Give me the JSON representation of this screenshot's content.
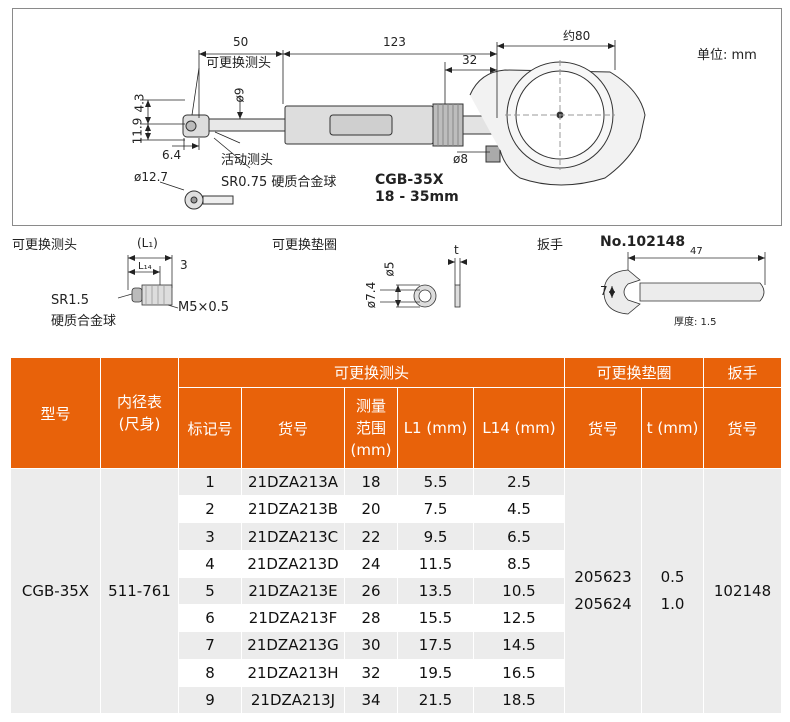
{
  "drawing": {
    "unit_label": "单位: mm",
    "dims": {
      "d50": "50",
      "d123": "123",
      "d80": "约80",
      "d32": "32",
      "d43": "4.3",
      "d119": "11.9",
      "d9": "ø9",
      "d64": "6.4",
      "d127": "ø12.7",
      "d8": "ø8"
    },
    "labels": {
      "replaceable_anvil": "可更换测头",
      "movable_anvil": "活动测头",
      "carbide_ball": "SR0.75 硬质合金球"
    },
    "model": "CGB-35X",
    "range": "18 - 35mm"
  },
  "parts": {
    "anvil_title": "可更换测头",
    "anvil_l1": "(L₁)",
    "anvil_l14": "L₁₄",
    "anvil_3": "3",
    "anvil_sr": "SR1.5",
    "anvil_carbide": "硬质合金球",
    "anvil_thread": "M5×0.5",
    "washer_title": "可更换垫圈",
    "washer_d5": "ø5",
    "washer_d74": "ø7.4",
    "washer_t": "t",
    "wrench_title": "扳手",
    "wrench_no": "No.102148",
    "wrench_47": "47",
    "wrench_7": "7",
    "wrench_thickness": "厚度: 1.5"
  },
  "table": {
    "h_model": "型号",
    "h_bore": "内径表\n(尺身)",
    "h_anvil_group": "可更换测头",
    "h_washer_group": "可更换垫圈",
    "h_wrench_group": "扳手",
    "h_mark": "标记号",
    "h_code": "货号",
    "h_range": "测量\n范围\n(mm)",
    "h_l1": "L1 (mm)",
    "h_l14": "L14 (mm)",
    "h_w_code": "货号",
    "h_t": "t (mm)",
    "h_wr_code": "货号",
    "model": "CGB-35X",
    "bore": "511-761",
    "washer_codes": [
      "205623",
      "205624"
    ],
    "washer_t": [
      "0.5",
      "1.0"
    ],
    "wrench_code": "102148",
    "rows": [
      {
        "mark": "1",
        "code": "21DZA213A",
        "range": "18",
        "l1": "5.5",
        "l14": "2.5"
      },
      {
        "mark": "2",
        "code": "21DZA213B",
        "range": "20",
        "l1": "7.5",
        "l14": "4.5"
      },
      {
        "mark": "3",
        "code": "21DZA213C",
        "range": "22",
        "l1": "9.5",
        "l14": "6.5"
      },
      {
        "mark": "4",
        "code": "21DZA213D",
        "range": "24",
        "l1": "11.5",
        "l14": "8.5"
      },
      {
        "mark": "5",
        "code": "21DZA213E",
        "range": "26",
        "l1": "13.5",
        "l14": "10.5"
      },
      {
        "mark": "6",
        "code": "21DZA213F",
        "range": "28",
        "l1": "15.5",
        "l14": "12.5"
      },
      {
        "mark": "7",
        "code": "21DZA213G",
        "range": "30",
        "l1": "17.5",
        "l14": "14.5"
      },
      {
        "mark": "8",
        "code": "21DZA213H",
        "range": "32",
        "l1": "19.5",
        "l14": "16.5"
      },
      {
        "mark": "9",
        "code": "21DZA213J",
        "range": "34",
        "l1": "21.5",
        "l14": "18.5"
      }
    ]
  },
  "colors": {
    "header": "#e8620a",
    "row_gray": "#ececec",
    "row_white": "#ffffff"
  }
}
